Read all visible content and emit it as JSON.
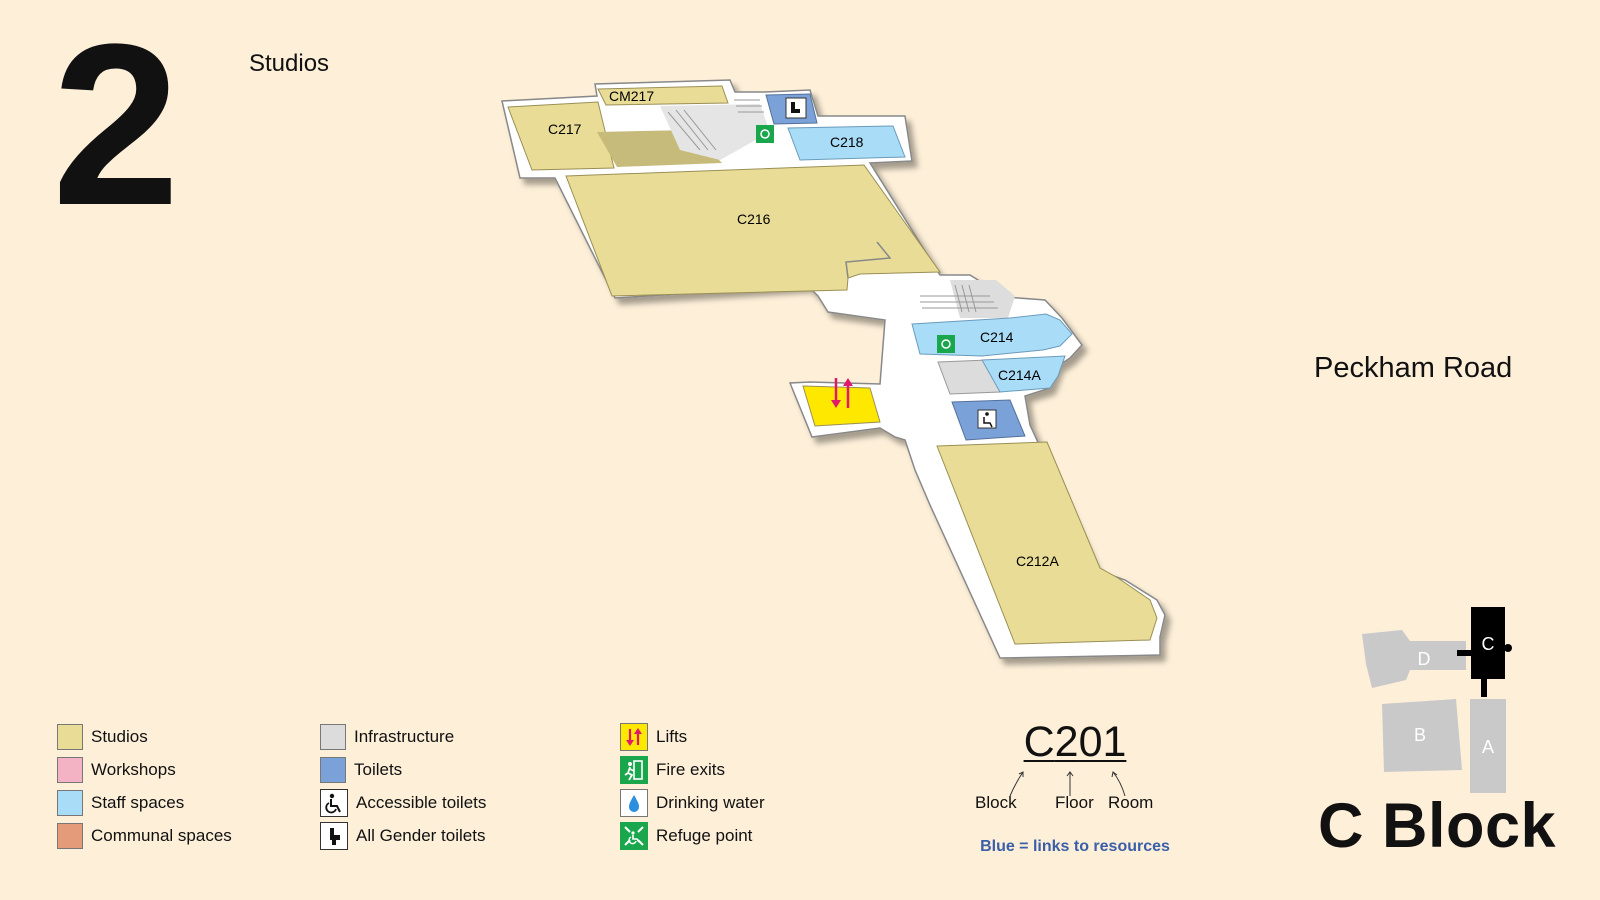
{
  "floor": {
    "number": "2",
    "label": "Studios"
  },
  "street": "Peckham Road",
  "rooms": {
    "cm217": "CM217",
    "c217": "C217",
    "c218": "C218",
    "c216": "C216",
    "c214": "C214",
    "c214a": "C214A",
    "c212a": "C212A"
  },
  "colors": {
    "studios": "#e9dc96",
    "workshops": "#f3b3c4",
    "staff": "#a9dcf6",
    "communal": "#e39b79",
    "infrastructure": "#dcdcdc",
    "toilets": "#7aa2d8",
    "lift": "#ffe800",
    "lift_arrow": "#e0196d",
    "fire_exit": "#19a64c",
    "link_blue": "#3a5fa8"
  },
  "legend": {
    "spaces": [
      {
        "label": "Studios",
        "color": "#e9dc96"
      },
      {
        "label": "Workshops",
        "color": "#f3b3c4"
      },
      {
        "label": "Staff spaces",
        "color": "#a9dcf6"
      },
      {
        "label": "Communal spaces",
        "color": "#e39b79"
      }
    ],
    "facilities": [
      {
        "label": "Infrastructure",
        "icon": "infrastructure-swatch"
      },
      {
        "label": "Toilets",
        "icon": "toilets-swatch"
      },
      {
        "label": "Accessible toilets",
        "icon": "accessible-toilet-icon"
      },
      {
        "label": "All Gender toilets",
        "icon": "all-gender-toilet-icon"
      }
    ],
    "services": [
      {
        "label": "Lifts",
        "icon": "lift-icon"
      },
      {
        "label": "Fire exits",
        "icon": "fire-exit-icon"
      },
      {
        "label": "Drinking water",
        "icon": "drinking-water-icon"
      },
      {
        "label": "Refuge point",
        "icon": "refuge-point-icon"
      }
    ]
  },
  "room_key": {
    "code_block": "C",
    "code_floor": "2",
    "code_room": "01",
    "block_label": "Block",
    "floor_label": "Floor",
    "room_label": "Room",
    "note": "Blue = links to resources"
  },
  "locator": {
    "d": "D",
    "c": "C",
    "b": "B",
    "a": "A"
  },
  "block_title": "C Block"
}
